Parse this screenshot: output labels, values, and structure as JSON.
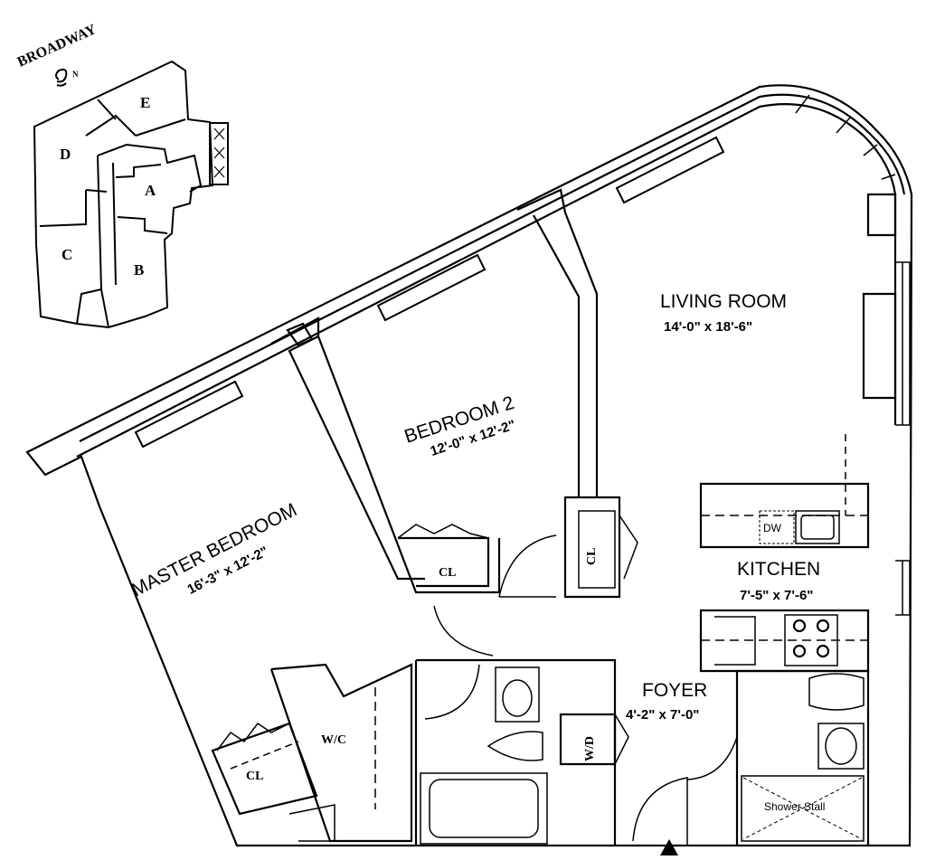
{
  "key_plan": {
    "street": "BROADWAY",
    "north": "N",
    "units": [
      "A",
      "B",
      "C",
      "D",
      "E"
    ]
  },
  "rooms": {
    "living": {
      "name": "LIVING ROOM",
      "dims": "14'-0\" x 18'-6\""
    },
    "bedroom2": {
      "name": "BEDROOM 2",
      "dims": "12'-0\" x 12'-2\""
    },
    "master": {
      "name": "MASTER BEDROOM",
      "dims": "16'-3\" x 12'-2\""
    },
    "kitchen": {
      "name": "KITCHEN",
      "dims": "7'-5\" x 7'-6\""
    },
    "foyer": {
      "name": "FOYER",
      "dims": "4'-2\" x 7'-0\""
    }
  },
  "fixtures": {
    "closet": "CL",
    "walk_in": "W/C",
    "washer_dryer": "W/D",
    "dishwasher": "DW",
    "shower": "Shower Stall"
  }
}
